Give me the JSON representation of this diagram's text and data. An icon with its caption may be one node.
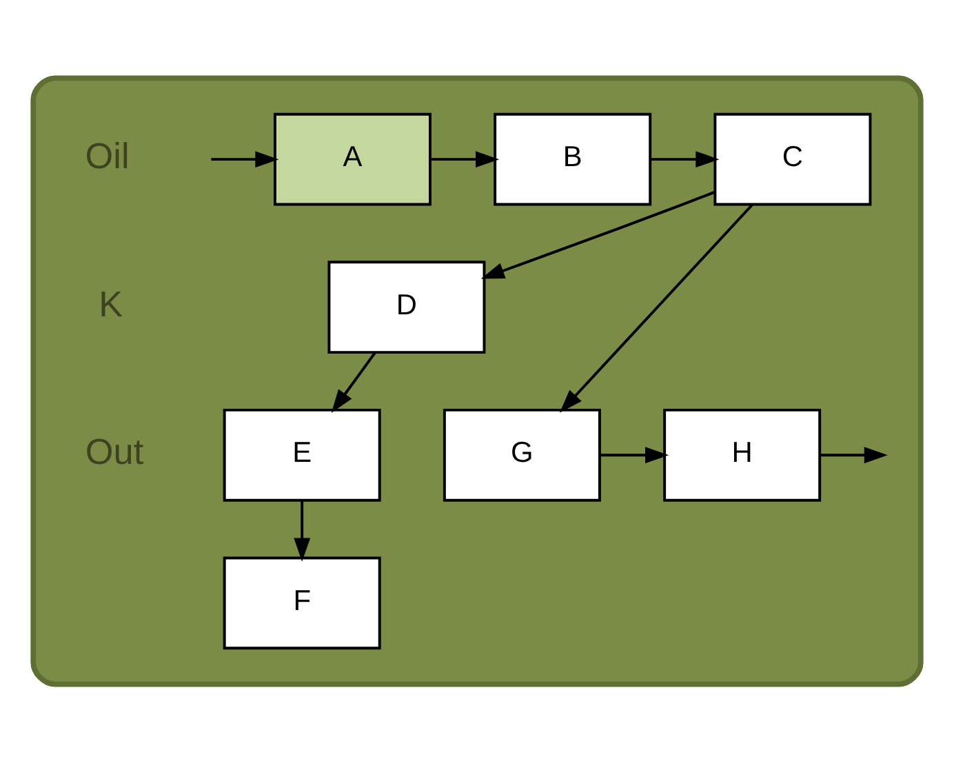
{
  "diagram": {
    "nodes": [
      {
        "text": [],
        "shape": "box"
      },
      {
        "text": [
          "A"
        ],
        "in": 0
      },
      {
        "text": [
          "B"
        ],
        "in": 0
      },
      {
        "text": [
          "C"
        ],
        "in": 0
      },
      {
        "text": [
          "D"
        ],
        "in": 0
      },
      {
        "text": [
          "E"
        ],
        "in": 0
      },
      {
        "text": [
          "F"
        ],
        "in": 0
      },
      {
        "text": [
          "G"
        ],
        "in": 0
      },
      {
        "text": [
          "H"
        ],
        "in": 0
      }
    ],
    "edges": [
      {
        "from": null,
        "to": 1,
        "arrow": "to"
      },
      {
        "from": 1,
        "to": 2,
        "arrow": "to"
      },
      {
        "from": 2,
        "to": 3,
        "arrow": "to"
      },
      {
        "from": 3,
        "to": 4,
        "arrow": "to"
      },
      {
        "from": 3,
        "to": 7,
        "arrow": "to"
      },
      {
        "from": 4,
        "to": 5,
        "arrow": "to"
      },
      {
        "from": 5,
        "to": 6,
        "arrow": "to"
      },
      {
        "from": 7,
        "to": 8,
        "arrow": "to"
      },
      {
        "from": 8,
        "to": null,
        "arrow": "to"
      }
    ],
    "labels": [
      "Oil",
      "K",
      "Out"
    ]
  }
}
